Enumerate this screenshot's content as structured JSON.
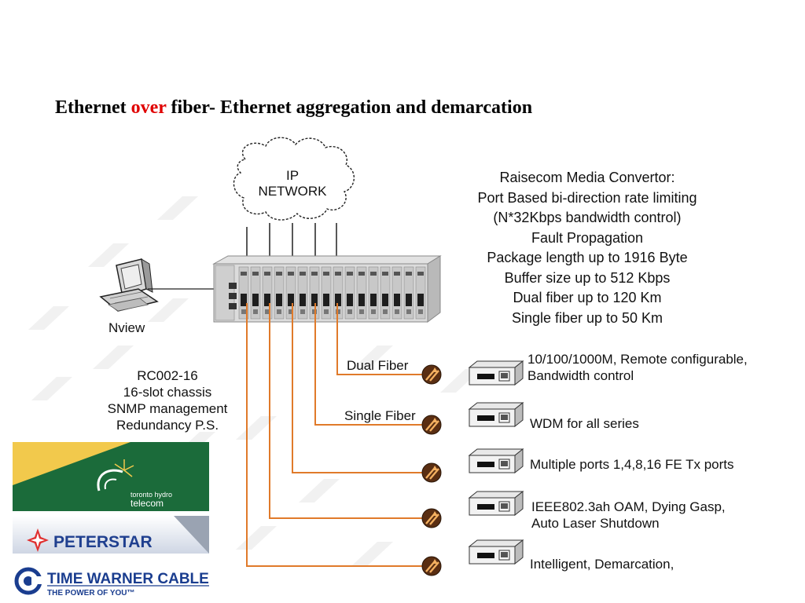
{
  "title": {
    "part1": "Ethernet ",
    "accent": "over",
    "part2": " fiber- Ethernet aggregation and demarcation"
  },
  "cloud": {
    "line1": "IP",
    "line2": "NETWORK"
  },
  "features": {
    "heading": "Raisecom Media Convertor:",
    "items": [
      "Port Based bi-direction rate limiting",
      "(N*32Kbps bandwidth control)",
      "Fault Propagation",
      "Package length up to 1916 Byte",
      "Buffer size up to 512 Kbps",
      "Dual fiber up to 120 Km",
      "Single fiber up to 50 Km"
    ]
  },
  "nview": "Nview",
  "chassis": {
    "lines": [
      "RC002-16",
      "16-slot chassis",
      "SNMP management",
      "Redundancy P.S."
    ]
  },
  "links": {
    "dual_fiber": "Dual Fiber",
    "single_fiber": "Single Fiber"
  },
  "remotes": [
    {
      "line1": "10/100/1000M, Remote configurable,",
      "line2": "Bandwidth control"
    },
    {
      "line1": "WDM for all series",
      "line2": ""
    },
    {
      "line1": "Multiple ports 1,4,8,16 FE Tx ports",
      "line2": ""
    },
    {
      "line1": "IEEE802.3ah OAM, Dying Gasp,",
      "line2": "Auto Laser Shutdown"
    },
    {
      "line1": "Intelligent, Demarcation,",
      "line2": ""
    }
  ],
  "logos": {
    "toronto": {
      "line1": "toronto hydro",
      "line2": "telecom"
    },
    "peterstar": "PETERSTAR",
    "twc": {
      "line1": "TIME WARNER CABLE",
      "line2": "THE POWER OF YOU™"
    }
  },
  "colors": {
    "fiber": "#e07a2a",
    "title_accent": "#e00000",
    "toronto_green": "#1b6b3a",
    "toronto_yellow": "#f2c94c",
    "peterstar_blue": "#1f3f8f",
    "twc_blue": "#1a3d8f"
  },
  "icons": [
    "cloud-icon",
    "computer-icon",
    "chassis-icon",
    "converter-icon",
    "fiber-connector-icon"
  ]
}
